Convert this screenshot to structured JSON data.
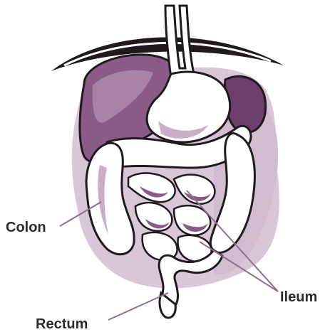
{
  "diagram": {
    "labels": {
      "colon": "Colon",
      "ileum": "Ileum",
      "rectum": "Rectum"
    },
    "colors": {
      "background_wash": "#d9c6d7",
      "organ_purple": "#8a5a88",
      "organ_dark": "#6e3f6c",
      "outline": "#1e1a1e",
      "intestine_fill": "#ffffff",
      "intestine_shade": "#c9aec8",
      "leader_line": "#8d6f8d",
      "label_text": "#2b2b2b"
    }
  }
}
